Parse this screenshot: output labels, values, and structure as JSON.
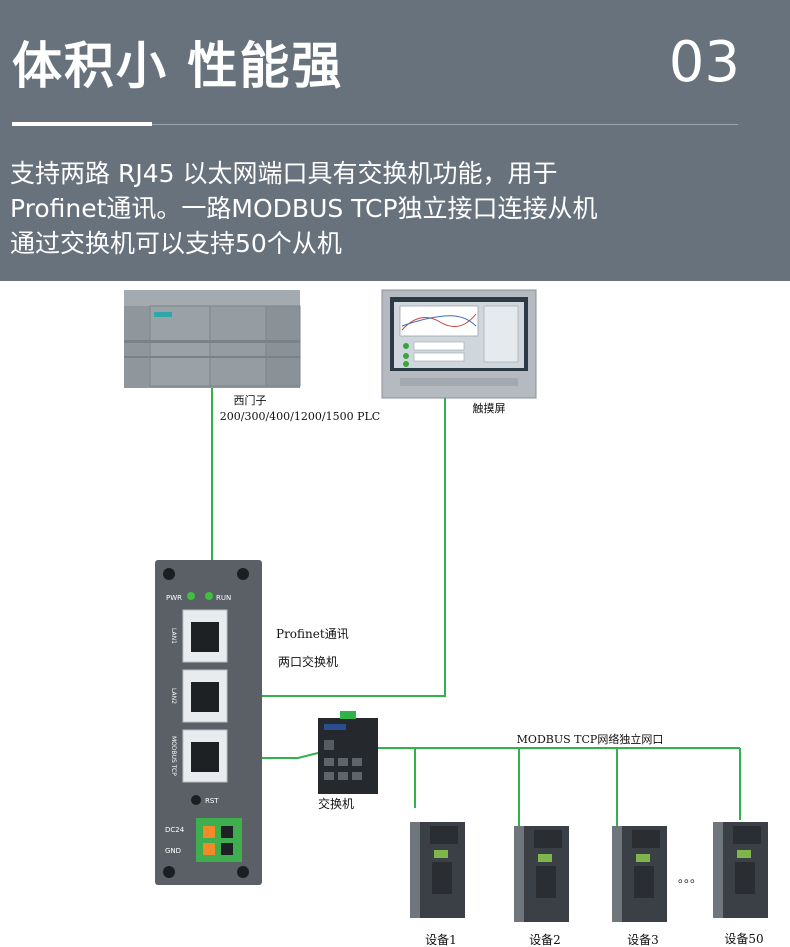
{
  "header": {
    "title": "体积小 性能强",
    "number": "03",
    "description_lines": [
      "支持两路 RJ45 以太网端口具有交换机功能，用于",
      "Profinet通讯。一路MODBUS TCP独立接口连接从机",
      "通过交换机可以支持50个从机"
    ]
  },
  "diagram": {
    "plc_label_line1": "西门子",
    "plc_label_line2": "200/300/400/1200/1500 PLC",
    "hmi_label": "触摸屏",
    "profinet_label": "Profinet通讯",
    "two_port_switch_label": "两口交换机",
    "switch_label": "交换机",
    "modbus_network_label": "MODBUS TCP网络独立网口",
    "ellipsis": "。。。",
    "gateway": {
      "pwr": "PWR",
      "run": "RUN",
      "lan1": "LAN1",
      "lan2": "LAN2",
      "modbus_port": "MODBUS TCP",
      "rst": "RST",
      "dc24": "DC24",
      "gnd": "GND"
    },
    "devices": [
      "设备1",
      "设备2",
      "设备3",
      "设备50"
    ]
  },
  "colors": {
    "header_bg": "#67727d",
    "link_line": "#2fb34a",
    "device_body": "#3a4045"
  }
}
